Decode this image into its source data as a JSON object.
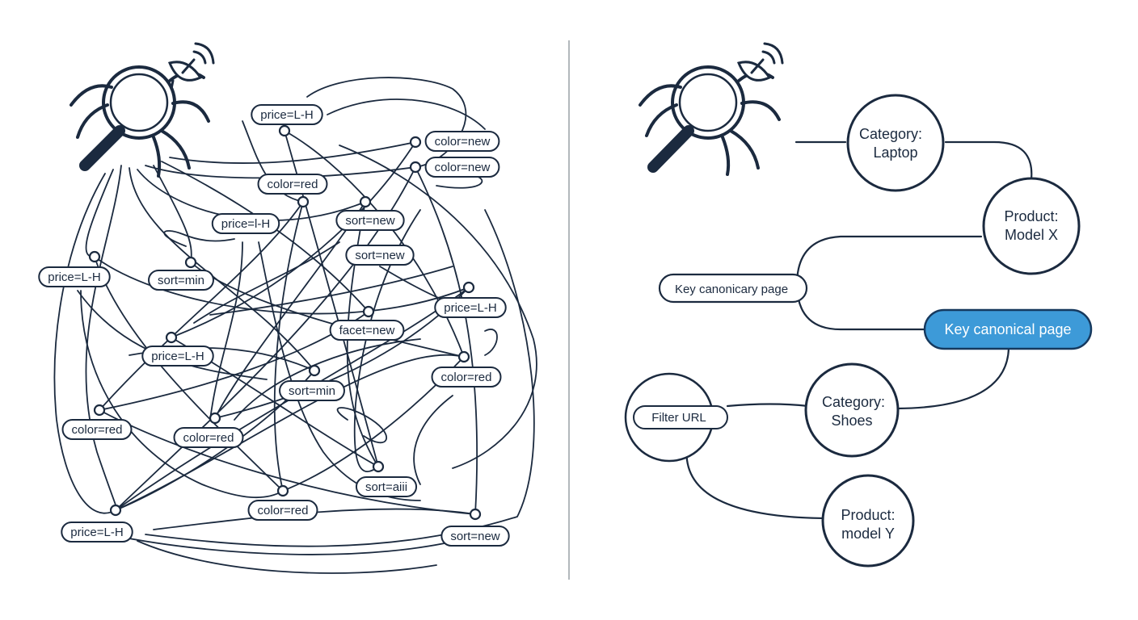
{
  "colors": {
    "ink": "#1b2a3f",
    "highlight_fill": "#3d9ad8",
    "highlight_stroke": "#16395e",
    "divider": "#9aa0a6"
  },
  "icons": [
    "spider-magnifier-icon",
    "satellite-dish-icon"
  ],
  "left": {
    "labels": [
      {
        "id": "l1",
        "text": "price=L-H"
      },
      {
        "id": "l2",
        "text": "color=new"
      },
      {
        "id": "l3",
        "text": "color=new"
      },
      {
        "id": "l4",
        "text": "color=red"
      },
      {
        "id": "l5",
        "text": "price=l-H"
      },
      {
        "id": "l6",
        "text": "sort=new"
      },
      {
        "id": "l7",
        "text": "sort=new"
      },
      {
        "id": "l8",
        "text": "price=L-H"
      },
      {
        "id": "l9",
        "text": "sort=min"
      },
      {
        "id": "l10",
        "text": "price=L-H"
      },
      {
        "id": "l11",
        "text": "facet=new"
      },
      {
        "id": "l12",
        "text": "price=L-H"
      },
      {
        "id": "l13",
        "text": "color=red"
      },
      {
        "id": "l14",
        "text": "sort=min"
      },
      {
        "id": "l15",
        "text": "color=red"
      },
      {
        "id": "l16",
        "text": "color=red"
      },
      {
        "id": "l17",
        "text": "sort=aiii"
      },
      {
        "id": "l18",
        "text": "color=red"
      },
      {
        "id": "l19",
        "text": "price=L-H"
      },
      {
        "id": "l20",
        "text": "sort=new"
      }
    ]
  },
  "right": {
    "nodes": {
      "category_laptop": [
        "Category:",
        "Laptop"
      ],
      "product_model_x": [
        "Product:",
        "Model X"
      ],
      "key_canonicary": "Key canonicary page",
      "key_canonical": "Key canonical page",
      "category_shoes": [
        "Category:",
        "Shoes"
      ],
      "filter_url": "Filter URL",
      "product_model_y": [
        "Product:",
        "model Y"
      ]
    }
  }
}
